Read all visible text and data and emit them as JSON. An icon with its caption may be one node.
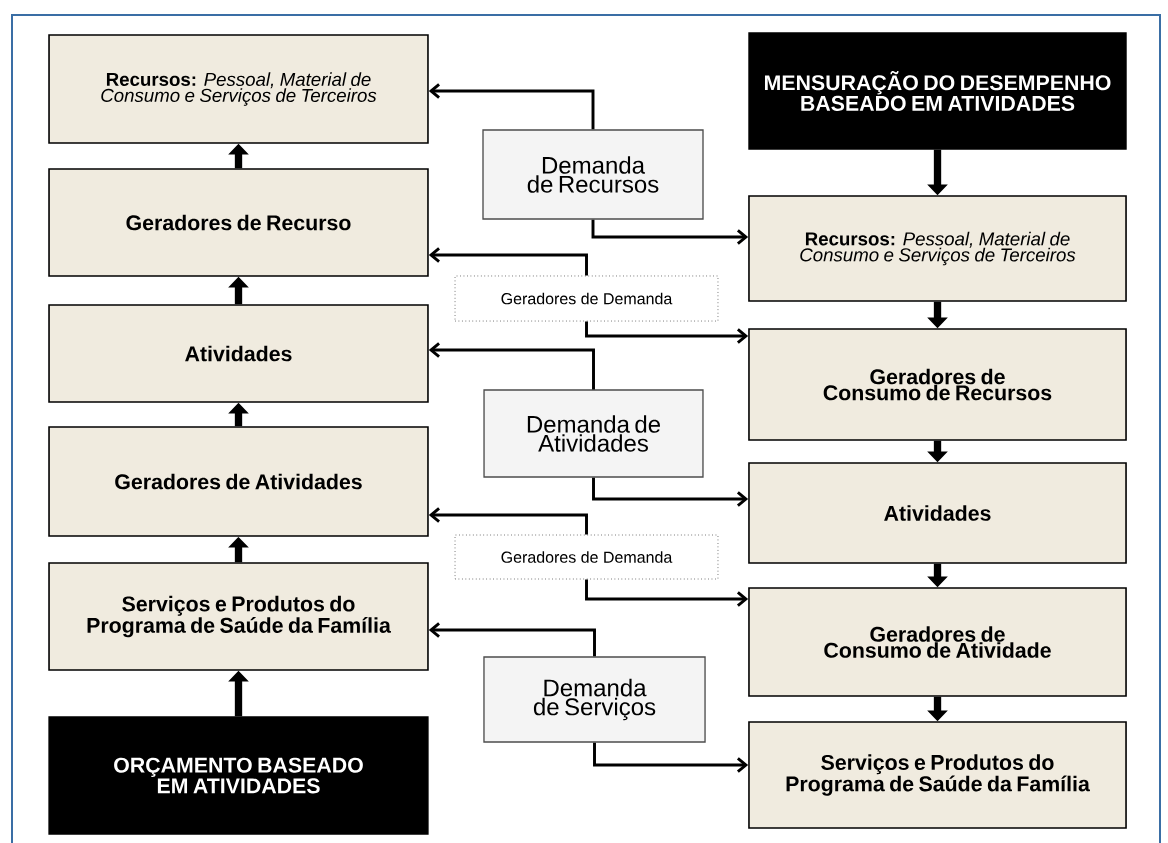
{
  "diagram": {
    "nodes": [
      {
        "text": [
          "**Recursos:** *Pessoal, Material de Consumo e Serviços de Terceiros*"
        ]
      },
      {
        "text": [
          "Geradores de Recurso"
        ]
      },
      {
        "text": [
          "Atividades"
        ]
      },
      {
        "text": [
          "Geradores de Atividades"
        ]
      },
      {
        "text": [
          "Serviços e Produtos do Programa de Saúde da Família"
        ]
      },
      {
        "text": [
          "ORÇAMENTO BASEADO EM ATIVIDADES"
        ]
      },
      {
        "text": [
          "MENSURAÇÃO DO DESEMPENHO BASEADO EM ATIVIDADES"
        ]
      },
      {
        "text": [
          "**Recursos:** *Pessoal, Material de Consumo e Serviços de Terceiros*"
        ]
      },
      {
        "text": [
          "Geradores de Consumo de Recursos"
        ]
      },
      {
        "text": [
          "Atividades"
        ]
      },
      {
        "text": [
          "Geradores de Consumo de Atividade"
        ]
      },
      {
        "text": [
          "Serviços e Produtos do Programa de Saúde da Família"
        ]
      },
      {
        "text": [
          "Demanda de Recursos"
        ]
      },
      {
        "text": [
          "Geradores de Demanda"
        ]
      },
      {
        "text": [
          "Demanda de Atividades"
        ]
      },
      {
        "text": [
          "Geradores de Demanda"
        ]
      },
      {
        "text": [
          "Demanda de Serviços"
        ]
      }
    ],
    "edges": [
      {
        "from": 1,
        "to": 0,
        "arrow": "to",
        "style": "thick"
      },
      {
        "from": 2,
        "to": 1,
        "arrow": "to",
        "style": "thick"
      },
      {
        "from": 3,
        "to": 2,
        "arrow": "to",
        "style": "thick"
      },
      {
        "from": 4,
        "to": 3,
        "arrow": "to",
        "style": "thick"
      },
      {
        "from": 5,
        "to": 4,
        "arrow": "to",
        "style": "thick"
      },
      {
        "from": 6,
        "to": 7,
        "arrow": "to",
        "style": "thick"
      },
      {
        "from": 7,
        "to": 8,
        "arrow": "to",
        "style": "thick"
      },
      {
        "from": 8,
        "to": 9,
        "arrow": "to",
        "style": "thick"
      },
      {
        "from": 9,
        "to": 10,
        "arrow": "to",
        "style": "thick"
      },
      {
        "from": 10,
        "to": 11,
        "arrow": "to",
        "style": "thick"
      },
      {
        "from": 12,
        "to": 0,
        "arrow": "to"
      },
      {
        "from": 12,
        "to": 7,
        "arrow": "to"
      },
      {
        "from": 13,
        "to": 1,
        "arrow": "to"
      },
      {
        "from": 13,
        "to": 8,
        "arrow": "to"
      },
      {
        "from": 14,
        "to": 2,
        "arrow": "to"
      },
      {
        "from": 14,
        "to": 9,
        "arrow": "to"
      },
      {
        "from": 15,
        "to": 3,
        "arrow": "to"
      },
      {
        "from": 15,
        "to": 10,
        "arrow": "to"
      },
      {
        "from": 16,
        "to": 4,
        "arrow": "to"
      },
      {
        "from": 16,
        "to": 11,
        "arrow": "to"
      }
    ]
  }
}
